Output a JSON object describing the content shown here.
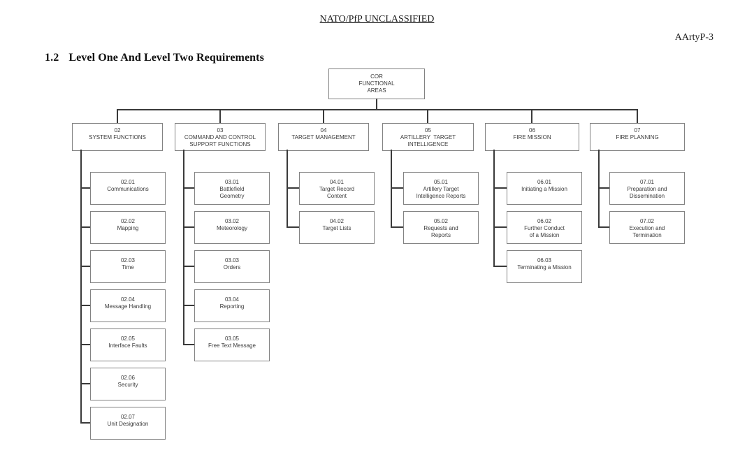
{
  "header": {
    "classification": "NATO/PfP UNCLASSIFIED",
    "document_ref": "AArtyP-3",
    "section_number": "1.2",
    "section_title": "Level One And Level Two Requirements"
  },
  "diagram": {
    "root": {
      "label": "COR\nFUNCTIONAL\nAREAS"
    },
    "branches": [
      {
        "code": "02",
        "label": "SYSTEM FUNCTIONS",
        "children": [
          {
            "code": "02.01",
            "label": "Communications"
          },
          {
            "code": "02.02",
            "label": "Mapping"
          },
          {
            "code": "02.03",
            "label": "Time"
          },
          {
            "code": "02.04",
            "label": "Message Handling"
          },
          {
            "code": "02.05",
            "label": "Interface Faults"
          },
          {
            "code": "02.06",
            "label": "Security"
          },
          {
            "code": "02.07",
            "label": "Unit Designation"
          }
        ]
      },
      {
        "code": "03",
        "label": "COMMAND AND CONTROL\nSUPPORT FUNCTIONS",
        "children": [
          {
            "code": "03.01",
            "label": "Battlefield\nGeometry"
          },
          {
            "code": "03.02",
            "label": "Meteorology"
          },
          {
            "code": "03.03",
            "label": "Orders"
          },
          {
            "code": "03.04",
            "label": "Reporting"
          },
          {
            "code": "03.05",
            "label": "Free Text Message"
          }
        ]
      },
      {
        "code": "04",
        "label": "TARGET MANAGEMENT",
        "children": [
          {
            "code": "04.01",
            "label": "Target Record\nContent"
          },
          {
            "code": "04.02",
            "label": "Target Lists"
          }
        ]
      },
      {
        "code": "05",
        "label": "ARTILLERY  TARGET\nINTELLIGENCE",
        "children": [
          {
            "code": "05.01",
            "label": "Artillery Target\nIntelligence Reports"
          },
          {
            "code": "05.02",
            "label": "Requests and\nReports"
          }
        ]
      },
      {
        "code": "06",
        "label": "FIRE MISSION",
        "children": [
          {
            "code": "06.01",
            "label": "Initiating a Mission"
          },
          {
            "code": "06.02",
            "label": "Further Conduct\nof a Mission"
          },
          {
            "code": "06.03",
            "label": "Terminating a Mission"
          }
        ]
      },
      {
        "code": "07",
        "label": "FIRE PLANNING",
        "children": [
          {
            "code": "07.01",
            "label": "Preparation and\nDissemination"
          },
          {
            "code": "07.02",
            "label": "Execution and\nTermination"
          }
        ]
      }
    ],
    "colors": {
      "box_border": "#828282",
      "connector": "#3a3a3a",
      "text": "#3a3a3a"
    }
  }
}
